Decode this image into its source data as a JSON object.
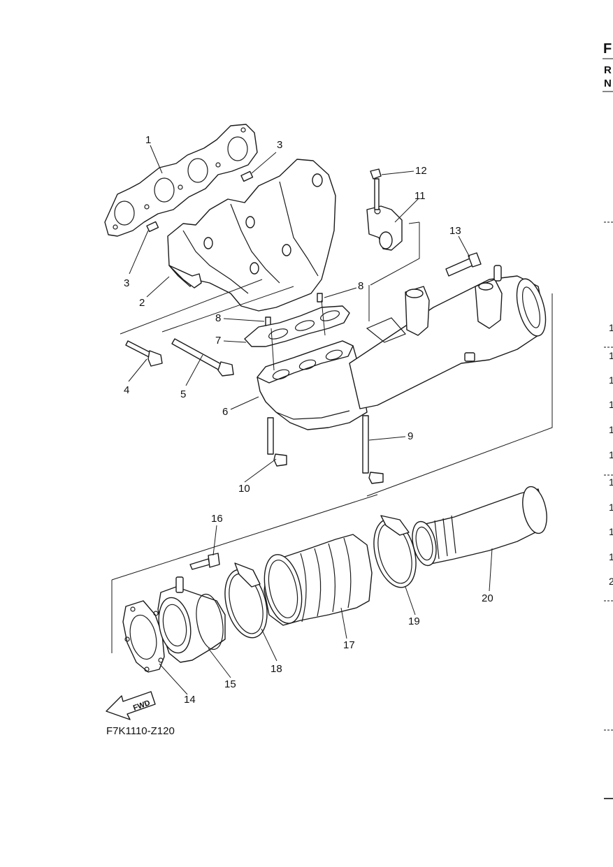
{
  "header": {
    "line1": "F",
    "line2": "R",
    "line3": "N"
  },
  "figure_code": "F7K1110-Z120",
  "fwd_label": "FWD",
  "callouts": [
    "1",
    "2",
    "3",
    "3",
    "4",
    "5",
    "6",
    "7",
    "8",
    "8",
    "9",
    "10",
    "11",
    "12",
    "13",
    "14",
    "15",
    "16",
    "17",
    "18",
    "19",
    "20"
  ],
  "right_edge_numbers": [
    "1",
    "1",
    "1",
    "1",
    "1",
    "1",
    "1",
    "1",
    "1",
    "1",
    "2"
  ]
}
